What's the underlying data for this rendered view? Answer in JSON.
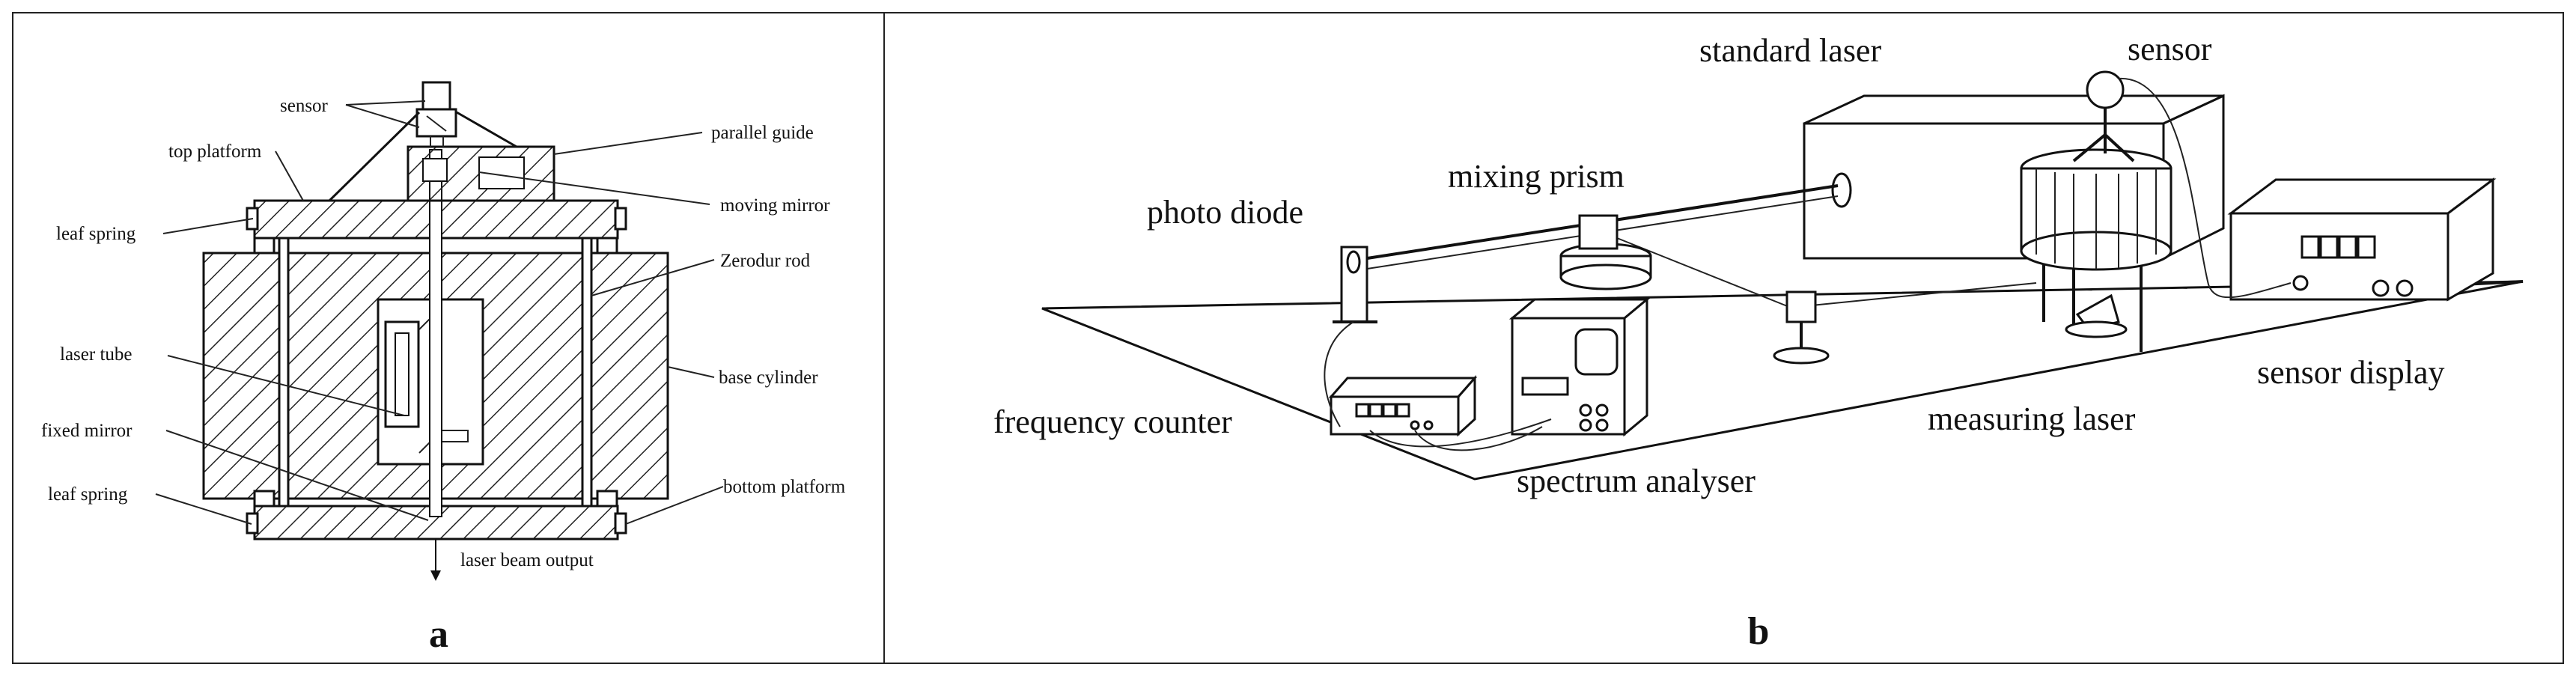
{
  "panel_a": {
    "letter": "a",
    "labels": {
      "sensor": "sensor",
      "top_platform": "top platform",
      "parallel_guide": "parallel guide",
      "moving_mirror": "moving mirror",
      "leaf_spring_top": "leaf spring",
      "zerodur_rod": "Zerodur rod",
      "laser_tube": "laser tube",
      "base_cylinder": "base cylinder",
      "fixed_mirror": "fixed mirror",
      "leaf_spring_bottom": "leaf spring",
      "bottom_platform": "bottom platform",
      "laser_beam_output": "laser beam output"
    }
  },
  "panel_b": {
    "letter": "b",
    "labels": {
      "standard_laser": "standard laser",
      "sensor": "sensor",
      "mixing_prism": "mixing prism",
      "photo_diode": "photo diode",
      "sensor_display": "sensor display",
      "frequency_counter": "frequency counter",
      "measuring_laser": "measuring laser",
      "spectrum_analyser": "spectrum analyser"
    }
  }
}
